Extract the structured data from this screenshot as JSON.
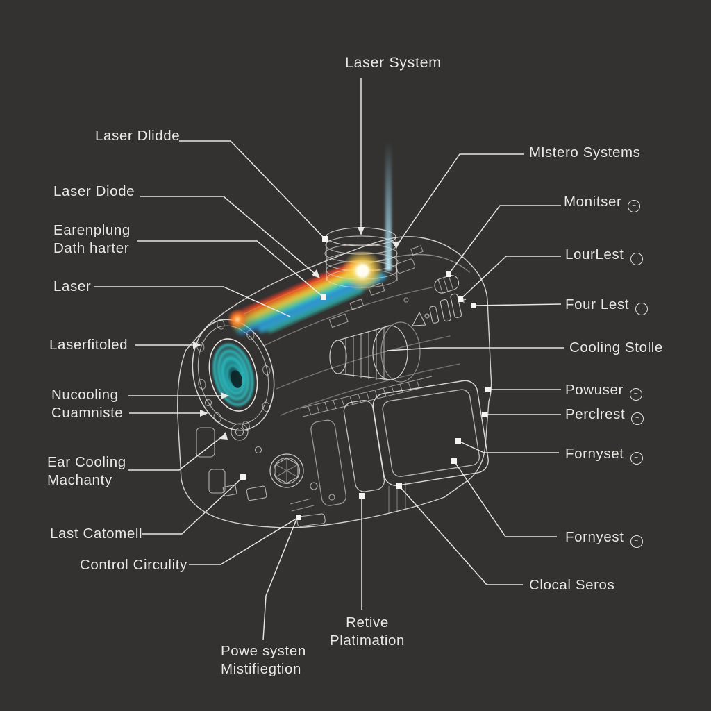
{
  "title": "Laser System",
  "diagram": {
    "background_color": "#333231",
    "line_color": "#eae8e3",
    "accent_colors": {
      "lens_glow": "#2ed2d6",
      "flare_core": "#fff7cf",
      "flare_outer": "#ffd24a",
      "beam_spectrum": [
        "#ff2f2f",
        "#ff5a1f",
        "#ffb224",
        "#ffe84d",
        "#8fe06a",
        "#2fd9c8",
        "#2fa9f0",
        "#2f6df0"
      ],
      "vertical_beam": "#9fd4e8"
    },
    "icon_glyph": "~",
    "top_label": {
      "text": "Laser System"
    },
    "left_labels": [
      {
        "lines": [
          "Laser Dlidde"
        ]
      },
      {
        "lines": [
          "Laser Diode"
        ]
      },
      {
        "lines": [
          "Earenplung",
          "Dath harter"
        ]
      },
      {
        "lines": [
          "Laser"
        ]
      },
      {
        "lines": [
          "Laserfitoled"
        ]
      },
      {
        "lines": [
          "Nucooling",
          "Cuamniste"
        ]
      },
      {
        "lines": [
          "Ear Cooling",
          "Machanty"
        ]
      },
      {
        "lines": [
          "Last Catomell"
        ]
      },
      {
        "lines": [
          "Control Circulity"
        ]
      },
      {
        "lines": [
          "Powe systen",
          "Mistifiegtion"
        ]
      },
      {
        "lines": [
          "Retive",
          "Platimation"
        ]
      }
    ],
    "right_labels": [
      {
        "lines": [
          "Mlstero Systems"
        ],
        "icon": false
      },
      {
        "lines": [
          "Monitser"
        ],
        "icon": true
      },
      {
        "lines": [
          "LourLest"
        ],
        "icon": true
      },
      {
        "lines": [
          "Four Lest"
        ],
        "icon": true
      },
      {
        "lines": [
          "Cooling Stolle"
        ],
        "icon": false
      },
      {
        "lines": [
          "Powuser"
        ],
        "icon": true
      },
      {
        "lines": [
          "Perclrest"
        ],
        "icon": true
      },
      {
        "lines": [
          "Fornyset"
        ],
        "icon": true
      },
      {
        "lines": [
          "Fornyest"
        ],
        "icon": true
      },
      {
        "lines": [
          "Clocal Seros"
        ],
        "icon": false
      }
    ]
  }
}
